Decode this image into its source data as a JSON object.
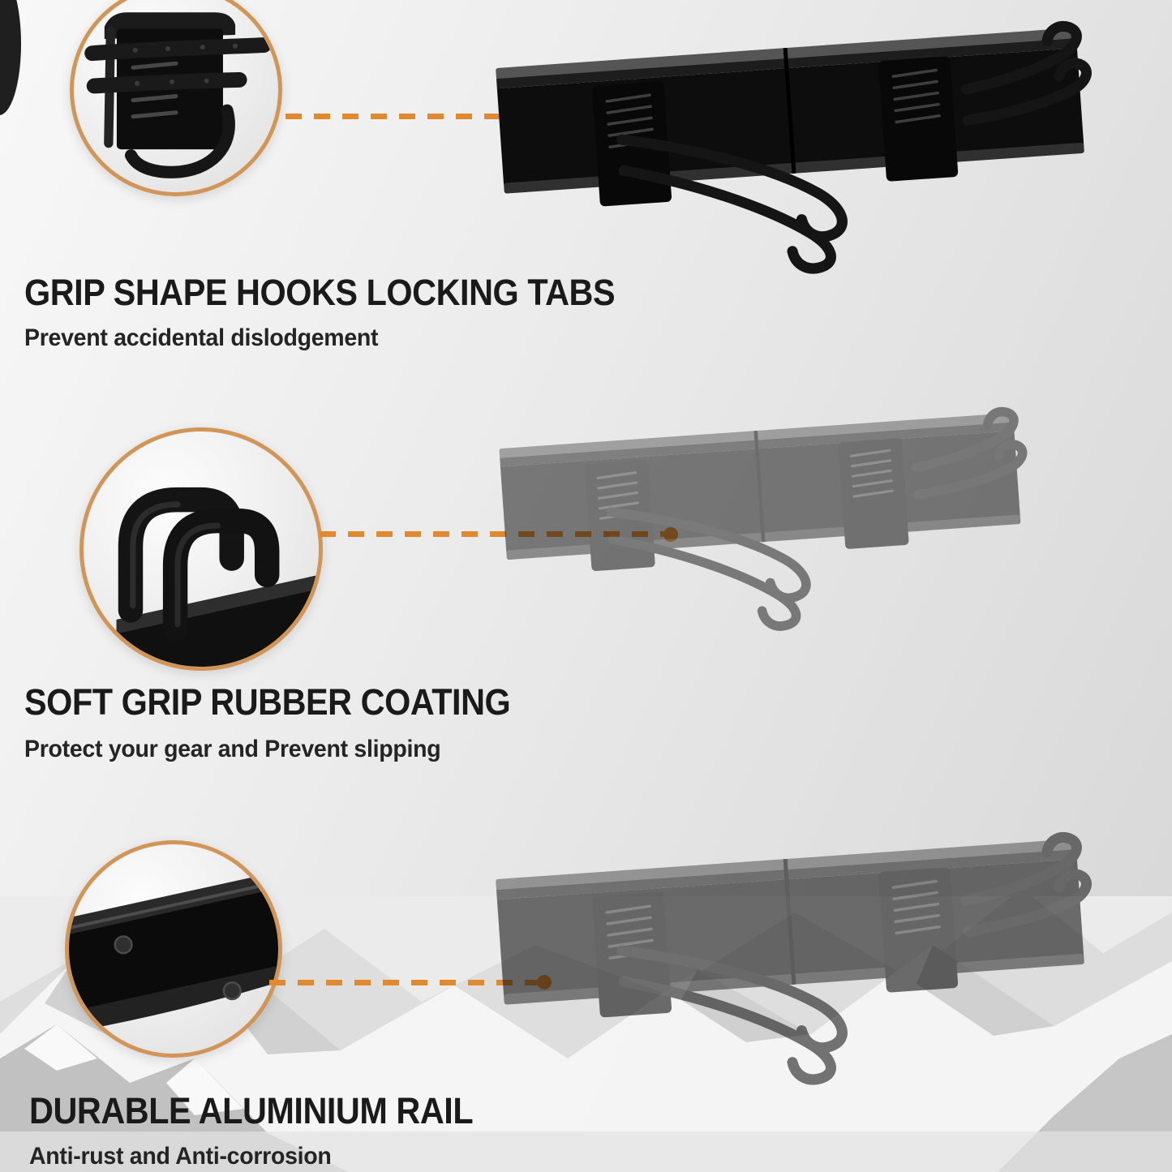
{
  "colors": {
    "accent_orange": "#E0892F",
    "circle_ring": "#D19557",
    "title_text": "#1A1A1A",
    "body_text": "#242424"
  },
  "sections": [
    {
      "title": "GRIP SHAPE HOOKS LOCKING TABS",
      "subtitle": "Prevent accidental dislodgement",
      "inset_icon": "hook-locking-tabs-closeup",
      "product_icon": "wall-mounted-tool-rack"
    },
    {
      "title": "SOFT GRIP RUBBER COATING",
      "subtitle": "Protect your gear and Prevent slipping",
      "inset_icon": "rubber-coated-hook-tips-closeup",
      "product_icon": "wall-mounted-tool-rack-faded"
    },
    {
      "title": "DURABLE ALUMINIUM RAIL",
      "subtitle": "Anti-rust and Anti-corrosion",
      "inset_icon": "aluminium-rail-closeup",
      "product_icon": "wall-mounted-tool-rack-faded"
    }
  ]
}
